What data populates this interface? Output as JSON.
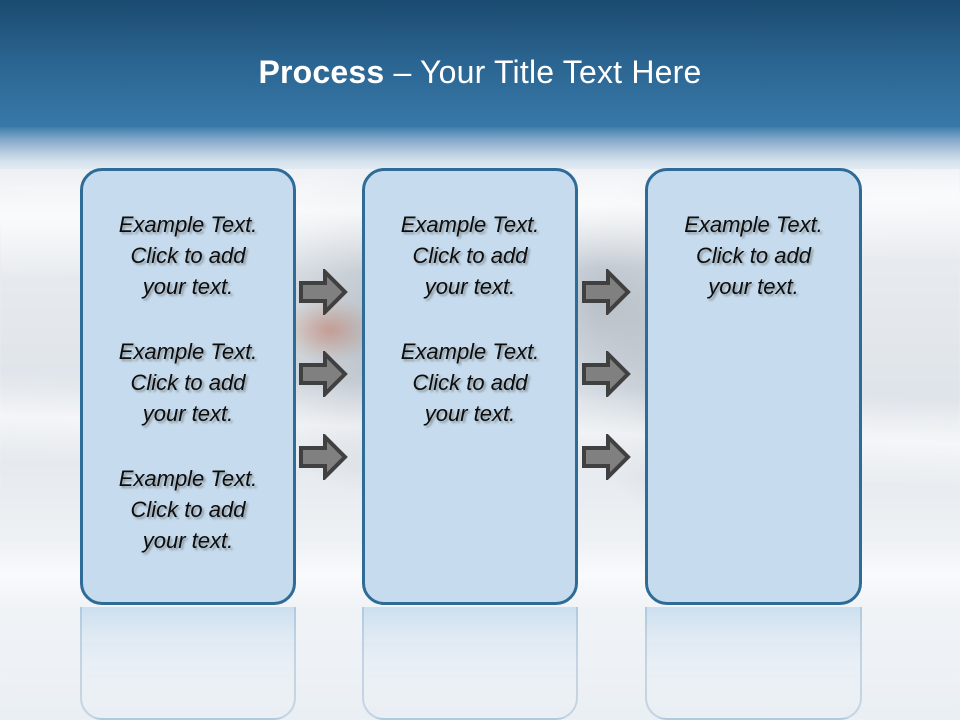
{
  "slide": {
    "title": {
      "strong": "Process",
      "light": " – Your Title Text Here"
    },
    "header_color": "#2a6490",
    "box_fill": "#c6dcee",
    "box_border": "#2e6b97",
    "arrow_fill": "#808080",
    "arrow_stroke": "#404040",
    "text_color": "#0d0d0d"
  },
  "boxes": [
    {
      "name": "process-box-1",
      "blocks": [
        "Example Text.\nClick  to add\nyour text.",
        "Example Text.\nClick  to add\nyour text.",
        "Example Text.\nClick  to add\nyour text."
      ]
    },
    {
      "name": "process-box-2",
      "blocks": [
        "Example Text.\nClick  to add\nyour text.",
        "Example Text.\nClick  to add\nyour text."
      ]
    },
    {
      "name": "process-box-3",
      "blocks": [
        "Example Text.\nClick  to add\nyour text."
      ]
    }
  ],
  "arrows": {
    "icon": "arrow-right-icon",
    "group_1": [
      "arrow-1-1",
      "arrow-1-2",
      "arrow-1-3"
    ],
    "group_2": [
      "arrow-2-1",
      "arrow-2-2",
      "arrow-2-3"
    ]
  }
}
